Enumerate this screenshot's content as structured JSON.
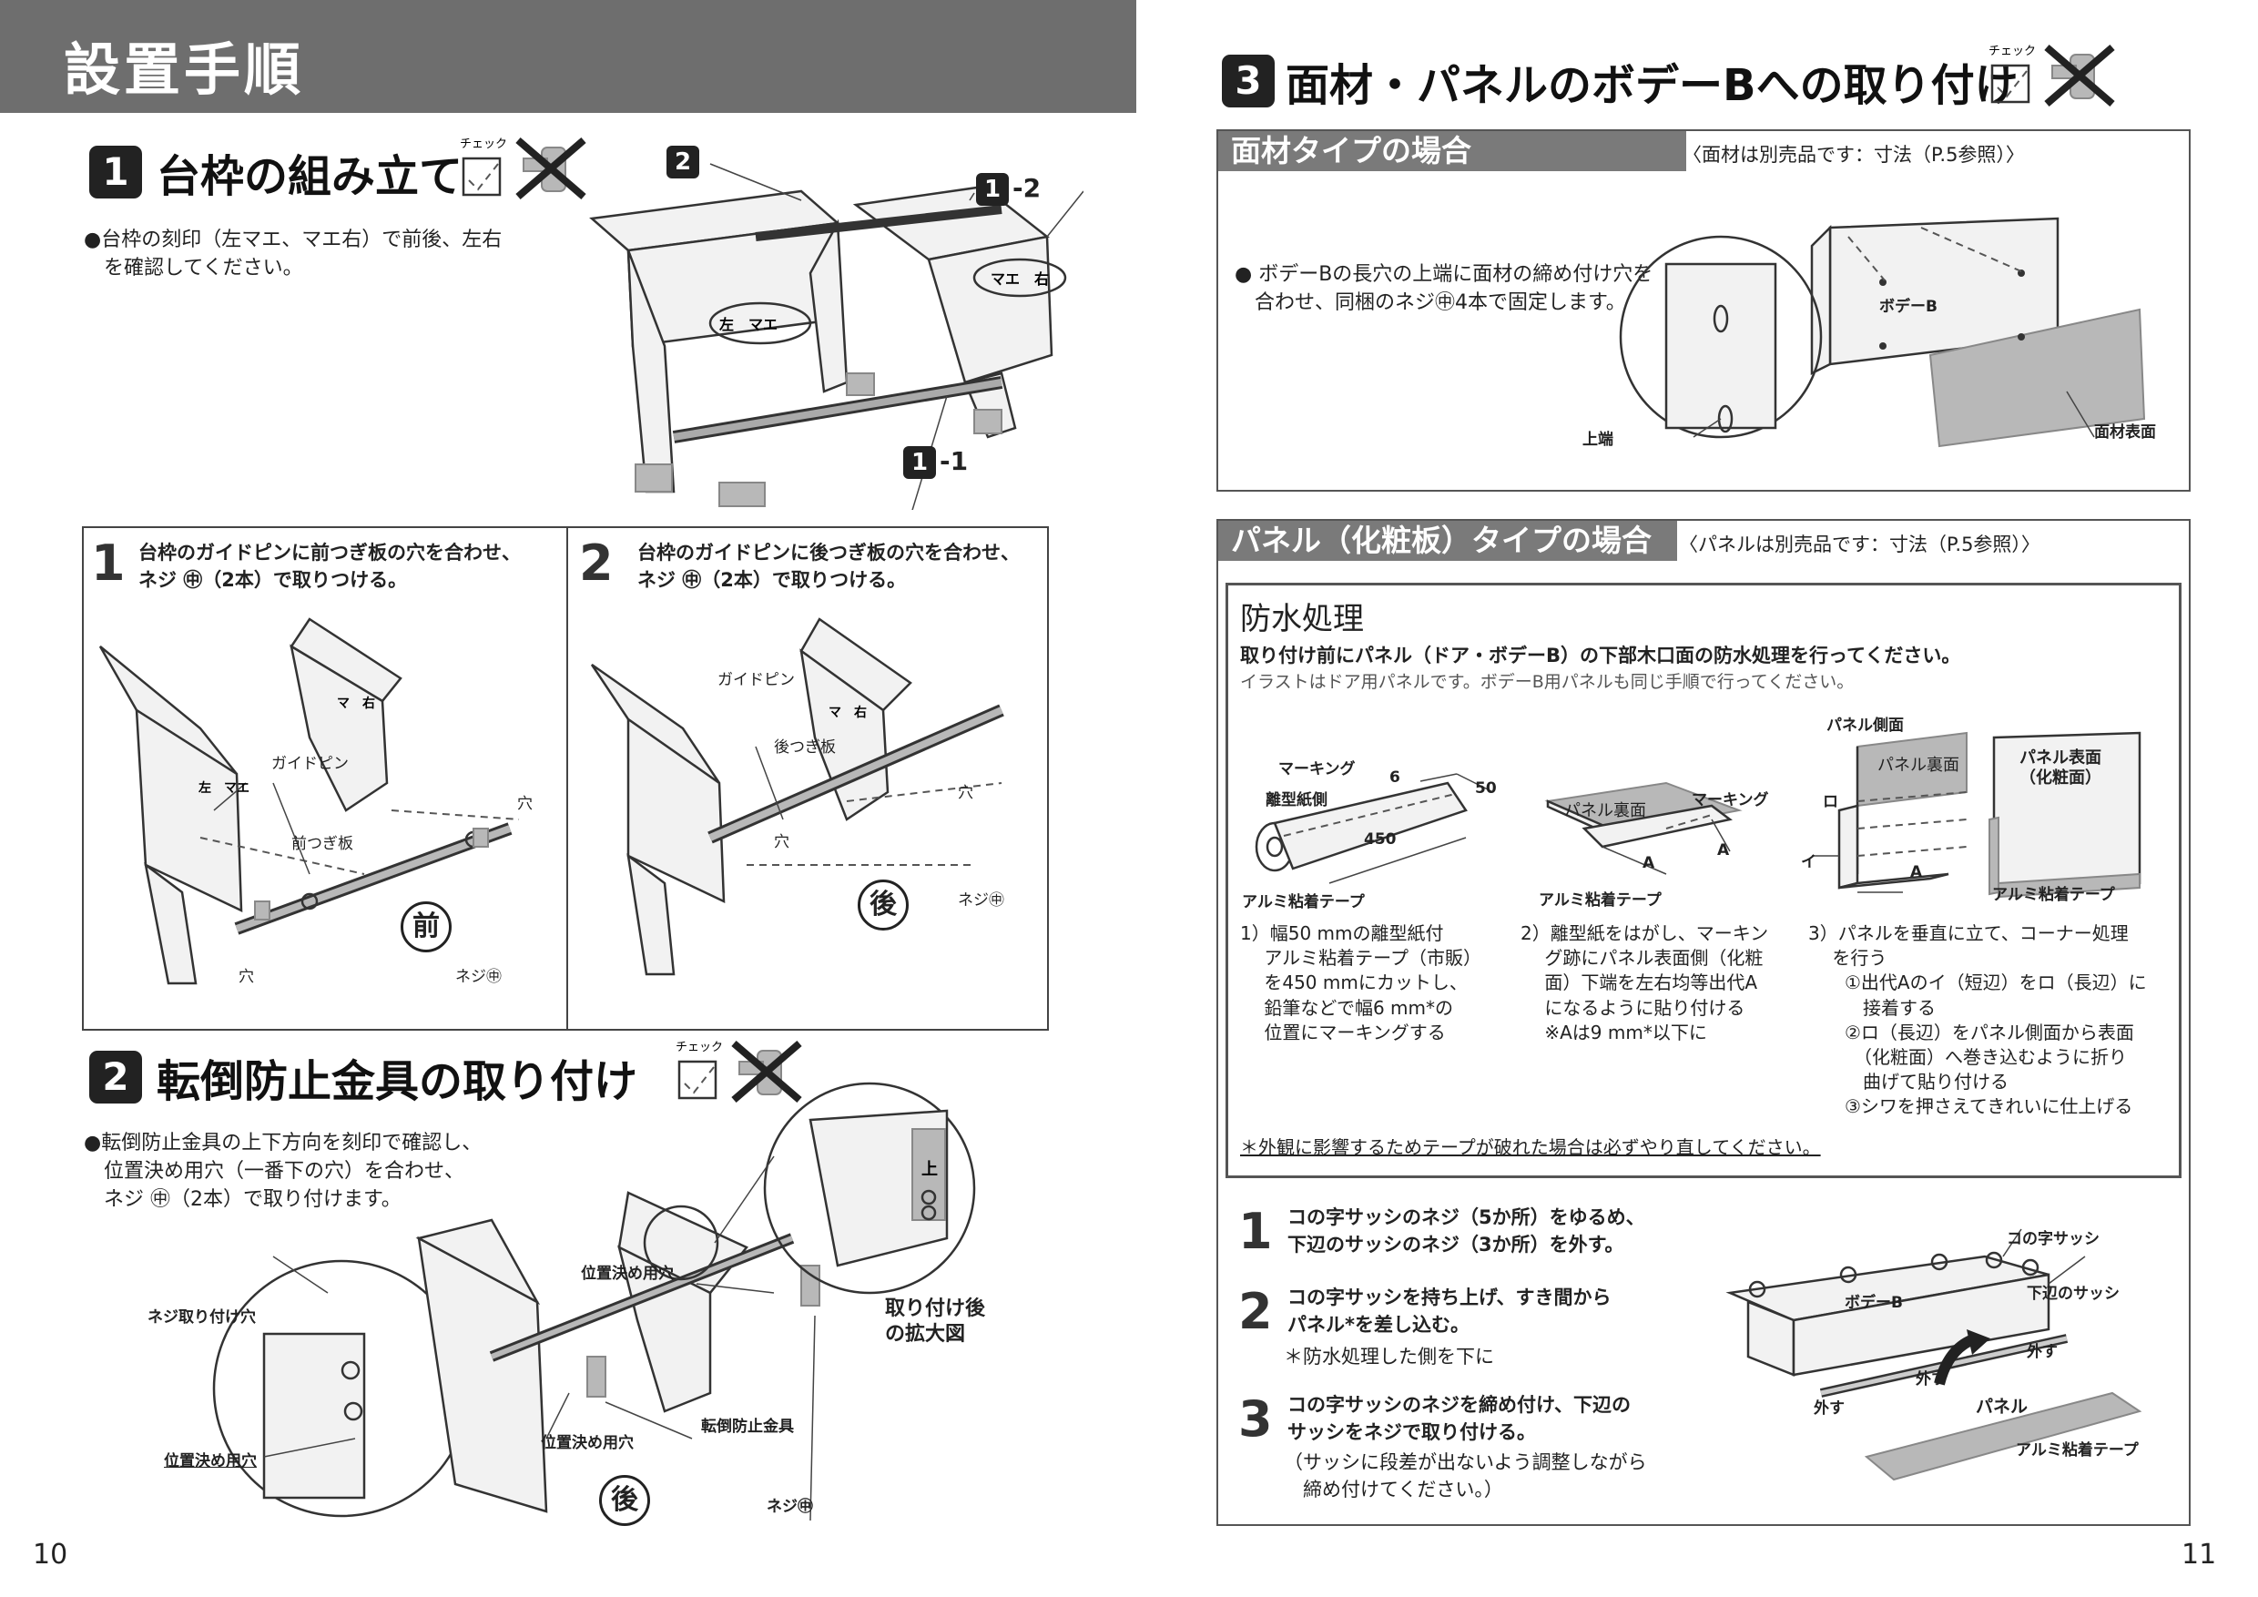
{
  "left": {
    "banner_title": "設置手順",
    "page_number": "10",
    "section1": {
      "num": "1",
      "title": "台枠の組み立て",
      "check_label": "チェック",
      "note": "●台枠の刻印（左マエ、マエ右）で前後、左右\n　を確認してください。",
      "badge_2": "2",
      "badge_1_2": "1",
      "badge_1_2_suffix": "-2",
      "badge_1_1": "1",
      "badge_1_1_suffix": "-1",
      "stamp_left": "左　マエ",
      "stamp_right": "マエ　右",
      "step1_num": "1",
      "step1_text": "台枠のガイドピンに前つぎ板の穴を合わせ、\nネジ ㊥（2本）で取りつける。",
      "step1_labels": {
        "guide_pin": "ガイドピン",
        "front_plate": "前つぎ板",
        "hole_top": "穴",
        "hole_bottom": "穴",
        "screw": "ネジ㊥",
        "stamp": "左　マエ",
        "stamp2": "マ　右"
      },
      "step1_mark": "前",
      "step2_num": "2",
      "step2_text": "台枠のガイドピンに後つぎ板の穴を合わせ、\nネジ ㊥（2本）で取りつける。",
      "step2_labels": {
        "guide_pin": "ガイドピン",
        "back_plate": "後つぎ板",
        "hole_right": "穴",
        "hole_bottom": "穴",
        "screw": "ネジ㊥",
        "stamp": "マ　右"
      },
      "step2_mark": "後"
    },
    "section2": {
      "num": "2",
      "title": "転倒防止金具の取り付け",
      "check_label": "チェック",
      "note": "●転倒防止金具の上下方向を刻印で確認し、\n　位置決め用穴（一番下の穴）を合わせ、\n　ネジ ㊥（2本）で取り付けます。",
      "labels": {
        "screw_hole": "ネジ取り付け穴",
        "position_hole_left": "位置決め用穴",
        "position_hole_top": "位置決め用穴",
        "position_hole_mid": "位置決め用穴",
        "bracket": "転倒防止金具",
        "screw": "ネジ㊥",
        "enlarge": "取り付け後\nの拡大図",
        "up_mark": "上"
      },
      "mark": "後"
    }
  },
  "right": {
    "page_number": "11",
    "section3": {
      "num": "3",
      "title": "面材・パネルのボデーBへの取り付け",
      "check_label": "チェック"
    },
    "panel_face": {
      "band": "面材タイプの場合",
      "note_right": "〈面材は別売品です：寸法（P.5参照）〉",
      "text": "● ボデーBの長穴の上端に面材の締め付け穴を\n　合わせ、同梱のネジ㊥4本で固定します。",
      "labels": {
        "body_b": "ボデーB",
        "top_edge": "上端",
        "face_surface": "面材表面"
      }
    },
    "panel_type": {
      "band": "パネル（化粧板）タイプの場合",
      "note_right": "〈パネルは別売品です：寸法（P.5参照）〉",
      "waterproof_title": "防水処理",
      "waterproof_lead": "取り付け前にパネル（ドア・ボデーB）の下部木口面の防水処理を行ってください。",
      "waterproof_sub": "イラストはドア用パネルです。ボデーB用パネルも同じ手順で行ってください。",
      "fig1_labels": {
        "marking": "マーキング",
        "release_paper": "離型紙側",
        "d6": "6",
        "d50": "50",
        "d450": "450",
        "tape": "アルミ粘着テープ"
      },
      "fig2_labels": {
        "panel_back": "パネル裏面",
        "marking": "マーキング",
        "a1": "A",
        "a2": "A",
        "tape": "アルミ粘着テープ"
      },
      "fig3_labels": {
        "panel_side": "パネル側面",
        "panel_back": "パネル裏面",
        "panel_front": "パネル表面\n（化粧面）",
        "ro": "ロ",
        "i": "イ",
        "a": "A",
        "tape": "アルミ粘着テープ"
      },
      "desc1": "1）幅50 mmの離型紙付\n　 アルミ粘着テープ（市販）\n　 を450 mmにカットし、\n　 鉛筆などで幅6 mm*の\n　 位置にマーキングする",
      "desc2": "2）離型紙をはがし、マーキン\n　 グ跡にパネル表面側（化粧\n　 面）下端を左右均等出代A\n　 になるように貼り付ける\n　 ※Aは9 mm*以下に",
      "desc3": "3）パネルを垂直に立て、コーナー処理\n　 を行う\n　　①出代Aのイ（短辺）をロ（長辺）に\n　　　接着する\n　　②ロ（長辺）をパネル側面から表面\n　　　（化粧面）へ巻き込むように折り\n　　　曲げて貼り付ける\n　　③シワを押さえてきれいに仕上げる",
      "footnote": "＊外観に影響するためテープが破れた場合は必ずやり直してください。",
      "step1_num": "1",
      "step1_text": "コの字サッシのネジ（5か所）をゆるめ、\n下辺のサッシのネジ（3か所）を外す。",
      "step2_num": "2",
      "step2_text": "コの字サッシを持ち上げ、すき間から\nパネル*を差し込む。",
      "step2_sub": "＊防水処理した側を下に",
      "step3_num": "3",
      "step3_text": "コの字サッシのネジを締め付け、下辺の\nサッシをネジで取り付ける。",
      "step3_sub": "（サッシに段差が出ないよう調整しながら\n　締め付けてください。）",
      "assembly_labels": {
        "u_sash": "コの字サッシ",
        "body_b": "ボデーB",
        "bottom_sash": "下辺のサッシ",
        "remove1": "外す",
        "remove2": "外す",
        "remove3": "外す",
        "panel": "パネル",
        "tape": "アルミ粘着テープ"
      }
    }
  }
}
